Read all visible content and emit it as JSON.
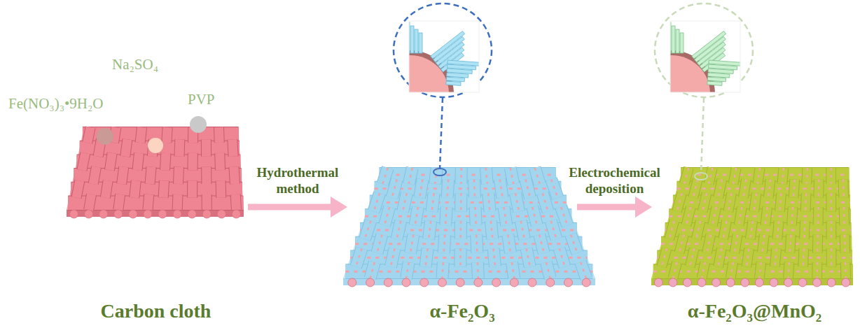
{
  "diagram": {
    "nodes": [
      {
        "text": [
          "Carbon cloth"
        ]
      },
      {
        "text": [
          "α-Fe₂O₃"
        ]
      },
      {
        "text": [
          "α-Fe₂O₃@MnO₂"
        ]
      }
    ],
    "edges": [
      {
        "from": 0,
        "to": 1,
        "arrow": "to",
        "label": "Hydrothermal method"
      },
      {
        "from": 1,
        "to": 2,
        "arrow": "to",
        "label": "Electrochemical deposition"
      }
    ],
    "labels": [
      "Na₂SO₄",
      "Fe(NO₃)₃•9H₂O",
      "PVP"
    ]
  }
}
